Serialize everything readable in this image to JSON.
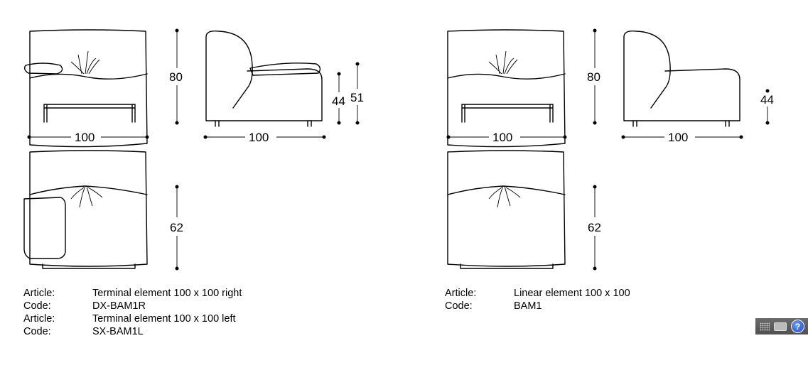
{
  "left_product": {
    "dimensions": {
      "front_height": "80",
      "front_width": "100",
      "side_seat_height": "44",
      "side_arm_height": "51",
      "side_width": "100",
      "top_depth": "62"
    },
    "info": [
      {
        "label": "Article:",
        "value": "Terminal element 100 x 100 right"
      },
      {
        "label": "Code:",
        "value": "DX-BAM1R"
      },
      {
        "label": "Article:",
        "value": "Terminal element 100 x 100 left"
      },
      {
        "label": "Code:",
        "value": "SX-BAM1L"
      }
    ]
  },
  "right_product": {
    "dimensions": {
      "front_height": "80",
      "front_width": "100",
      "side_seat_height": "44",
      "side_width": "100",
      "top_depth": "62"
    },
    "info": [
      {
        "label": "Article:",
        "value": "Linear element 100 x 100"
      },
      {
        "label": "Code:",
        "value": "BAM1"
      }
    ]
  },
  "toolbar": {
    "icons": [
      "grid-icon",
      "keyboard-icon",
      "help-icon"
    ],
    "help_glyph": "?"
  }
}
